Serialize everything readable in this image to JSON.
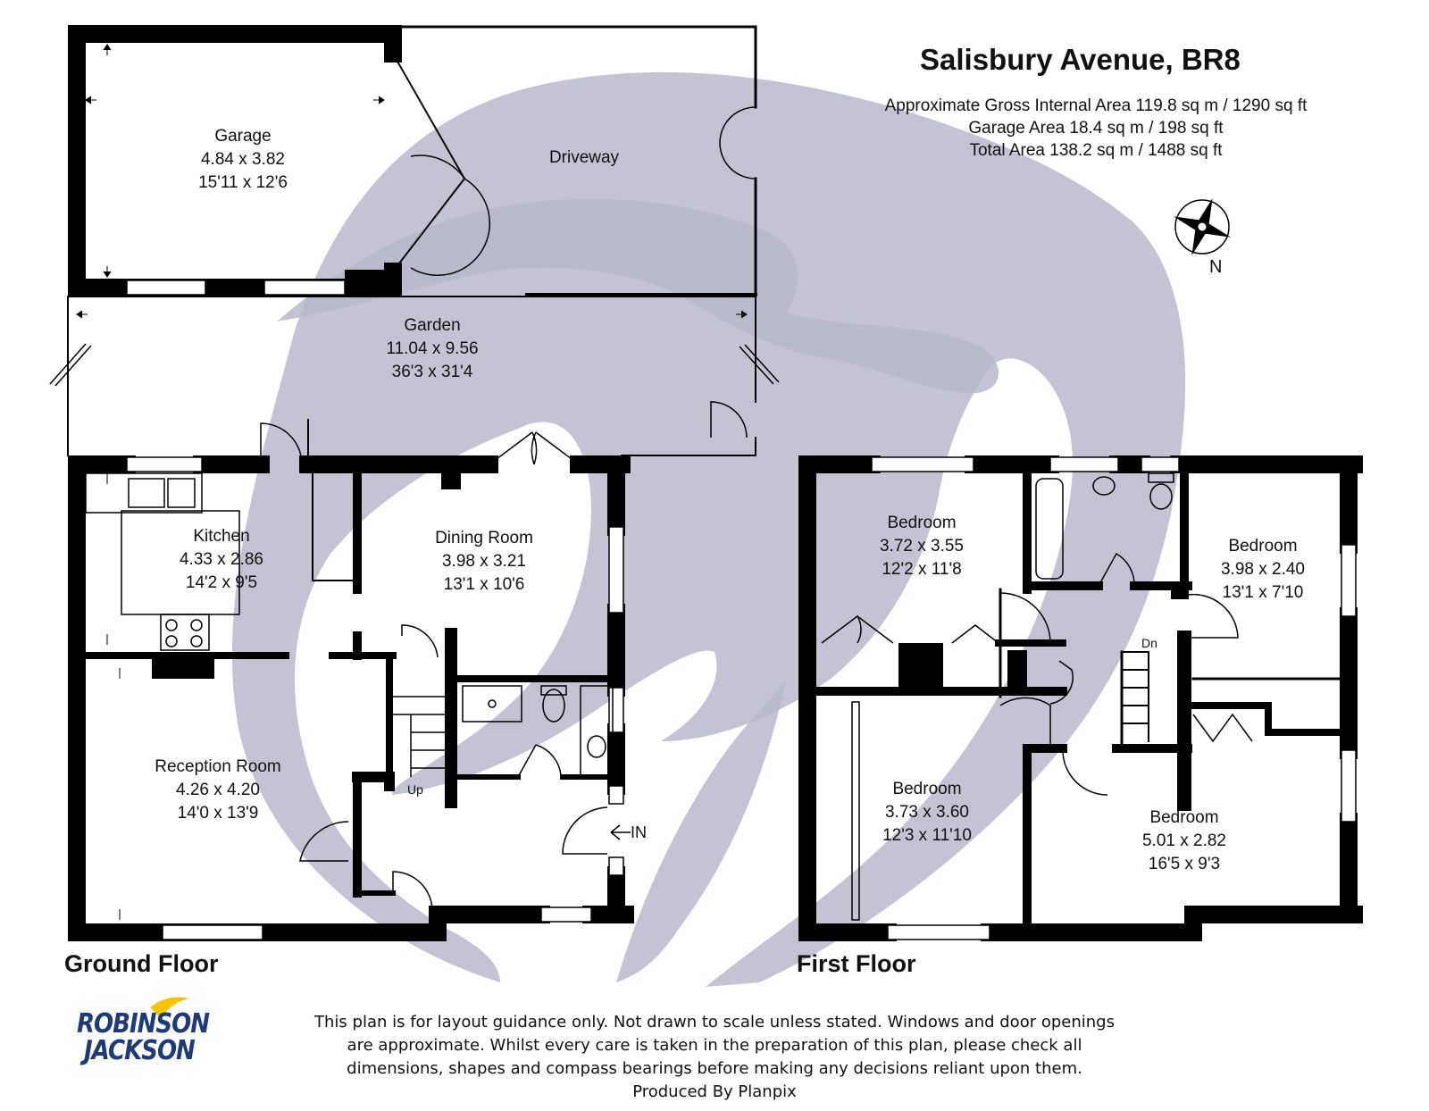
{
  "title": "Salisbury Avenue, BR8",
  "areas": [
    "Approximate Gross Internal Area 119.8 sq m / 1290 sq ft",
    "Garage Area 18.4 sq m / 198 sq ft",
    "Total Area 138.2 sq m / 1488 sq ft"
  ],
  "compass_label": "N",
  "rooms": {
    "garage": {
      "name": "Garage",
      "metric": "4.84 x 3.82",
      "imperial": "15'11 x 12'6"
    },
    "driveway": {
      "name": "Driveway"
    },
    "garden": {
      "name": "Garden",
      "metric": "11.04 x 9.56",
      "imperial": "36'3 x 31'4"
    },
    "kitchen": {
      "name": "Kitchen",
      "metric": "4.33 x 2.86",
      "imperial": "14'2 x 9'5"
    },
    "dining": {
      "name": "Dining Room",
      "metric": "3.98 x 3.21",
      "imperial": "13'1 x 10'6"
    },
    "reception": {
      "name": "Reception Room",
      "metric": "4.26 x 4.20",
      "imperial": "14'0 x 13'9"
    },
    "bed1": {
      "name": "Bedroom",
      "metric": "3.72 x 3.55",
      "imperial": "12'2 x 11'8"
    },
    "bed2": {
      "name": "Bedroom",
      "metric": "3.98 x 2.40",
      "imperial": "13'1 x 7'10"
    },
    "bed3": {
      "name": "Bedroom",
      "metric": "3.73 x 3.60",
      "imperial": "12'3 x 11'10"
    },
    "bed4": {
      "name": "Bedroom",
      "metric": "5.01 x 2.82",
      "imperial": "16'5 x 9'3"
    }
  },
  "stairs": {
    "up_label": "Up",
    "down_label": "Dn"
  },
  "entrance_label": "IN",
  "floors": {
    "ground": "Ground Floor",
    "first": "First Floor"
  },
  "disclaimer": [
    "This plan is for layout guidance only. Not drawn to scale unless stated. Windows and door openings",
    "are approximate. Whilst every care is taken in the preparation of this plan, please check all",
    "dimensions, shapes and compass bearings before making any decisions reliant upon them.",
    "Produced By Planpix"
  ],
  "logo": {
    "line1": "ROBINSON",
    "line2": "JACKSON"
  },
  "colors": {
    "wall": "#000000",
    "watermark": "#b9b9cb",
    "logo_blue": "#1f3a7a",
    "logo_yellow": "#f5c400"
  }
}
